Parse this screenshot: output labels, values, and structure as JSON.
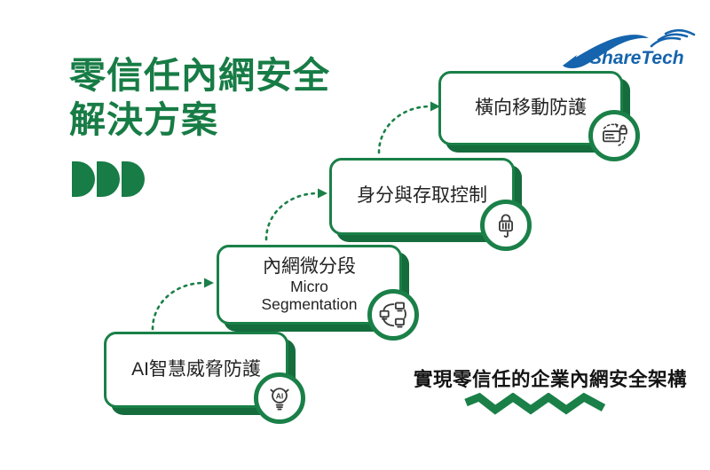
{
  "title": {
    "line1": "零信任內網安全",
    "line2": "解決方案"
  },
  "logo": {
    "brand": "ShareTech"
  },
  "diagram": {
    "steps": [
      {
        "id": "step-1",
        "label": "AI智慧威脅防護",
        "icon": "ai-lightbulb-icon"
      },
      {
        "id": "step-2",
        "label": "內網微分段",
        "label_en_line1": "Micro",
        "label_en_line2": "Segmentation",
        "icon": "micro-segmentation-icon"
      },
      {
        "id": "step-3",
        "label": "身分與存取控制",
        "icon": "identity-access-icon"
      },
      {
        "id": "step-4",
        "label": "橫向移動防護",
        "icon": "lateral-movement-icon"
      }
    ]
  },
  "caption": {
    "text": "實現零信任的企業內網安全架構"
  },
  "colors": {
    "brand_green": "#177c45",
    "box_border_green": "#1a8048",
    "box_shadow_green": "#156c3d",
    "text_dark": "#222222",
    "logo_blue": "#1564ad",
    "background": "#ffffff"
  }
}
